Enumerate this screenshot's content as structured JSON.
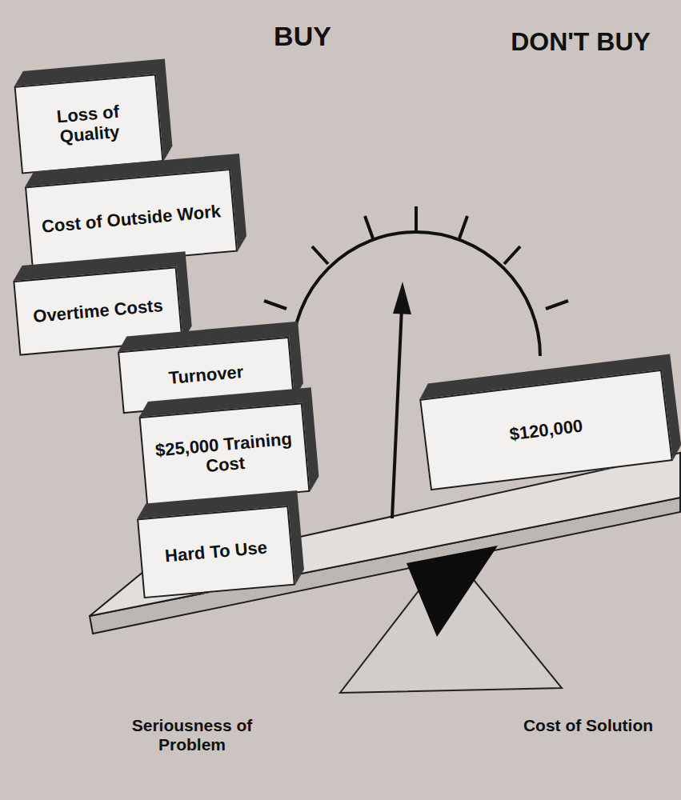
{
  "diagram": {
    "nodes": [
      {
        "text": [
          "Loss of Quality"
        ]
      },
      {
        "text": [
          "Cost of Outside Work"
        ]
      },
      {
        "text": [
          "Overtime Costs"
        ]
      },
      {
        "text": [
          "Turnover"
        ]
      },
      {
        "text": [
          "$25,000 Training Cost"
        ]
      },
      {
        "text": [
          "Hard To Use"
        ]
      },
      {
        "text": [
          "$120,000"
        ]
      }
    ],
    "labels": [
      "BUY",
      "DON'T BUY",
      "Seriousness of Problem",
      "Cost of Solution"
    ]
  }
}
